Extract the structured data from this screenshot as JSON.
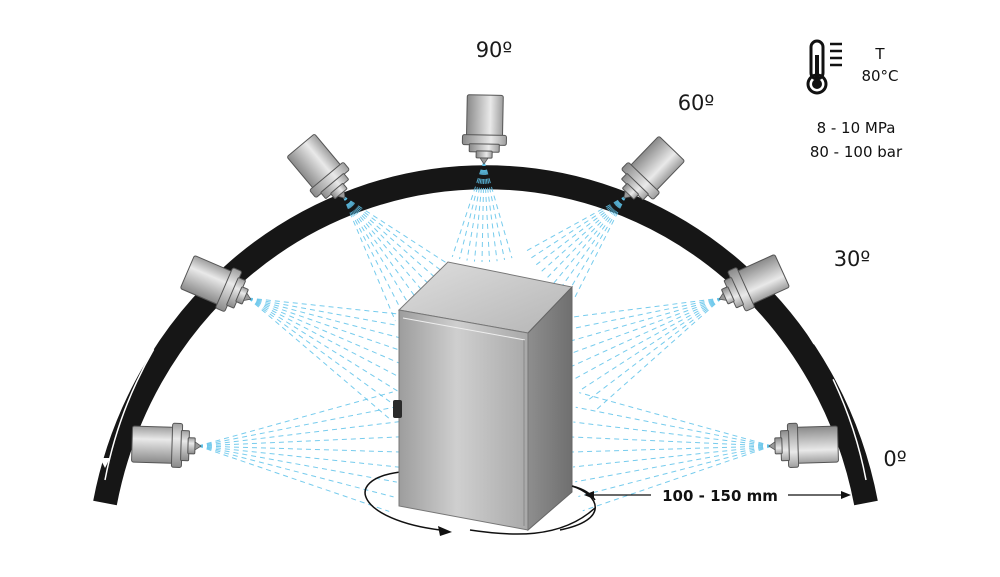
{
  "angles": {
    "deg0": "0º",
    "deg30": "30º",
    "deg60": "60º",
    "deg90": "90º"
  },
  "temperature": {
    "symbol": "T",
    "value": "80°C",
    "icon": "thermometer-icon"
  },
  "pressure": {
    "mpa": "8 - 10 MPa",
    "bar": "80 - 100 bar"
  },
  "distance": {
    "label": "100 - 150 mm"
  },
  "colors": {
    "arc": "#161616",
    "spray": "#5fc3ea",
    "nozzle_body": "#c7c7c7",
    "cabinet": "#b9b9b9"
  }
}
